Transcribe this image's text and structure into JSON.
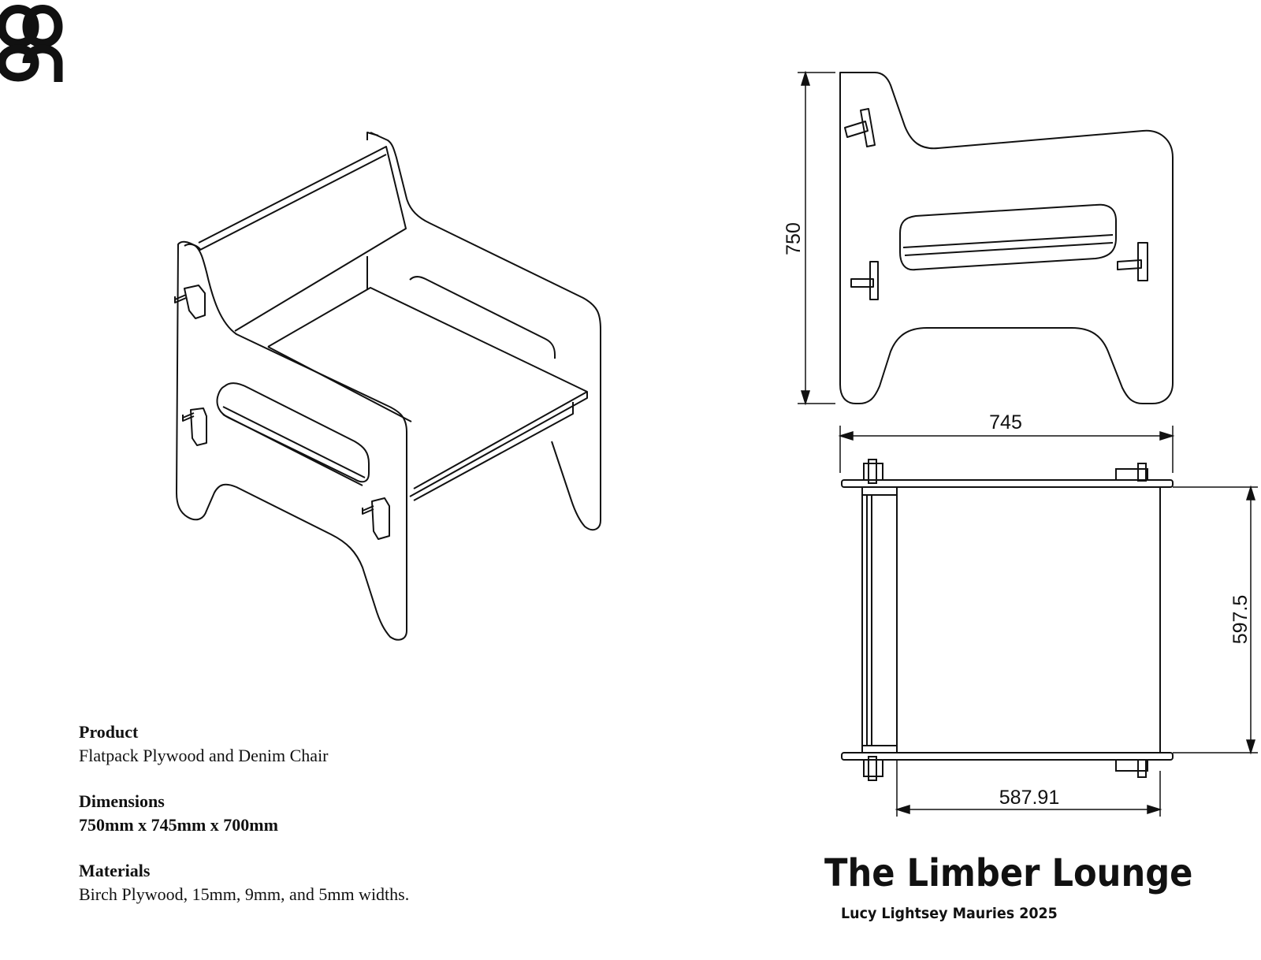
{
  "spec": {
    "product_heading": "Product",
    "product_value": "Flatpack Plywood and Denim Chair",
    "dimensions_heading": "Dimensions",
    "dimensions_value": "750mm x 745mm x 700mm",
    "materials_heading": "Materials",
    "materials_value": "Birch Plywood, 15mm, 9mm, and 5mm widths."
  },
  "dimensions": {
    "height": "750",
    "width": "745",
    "depth": "597.5",
    "inner_width": "587.91"
  },
  "title": {
    "name": "The Limber Lounge",
    "author": "Lucy Lightsey Mauries 2025"
  }
}
